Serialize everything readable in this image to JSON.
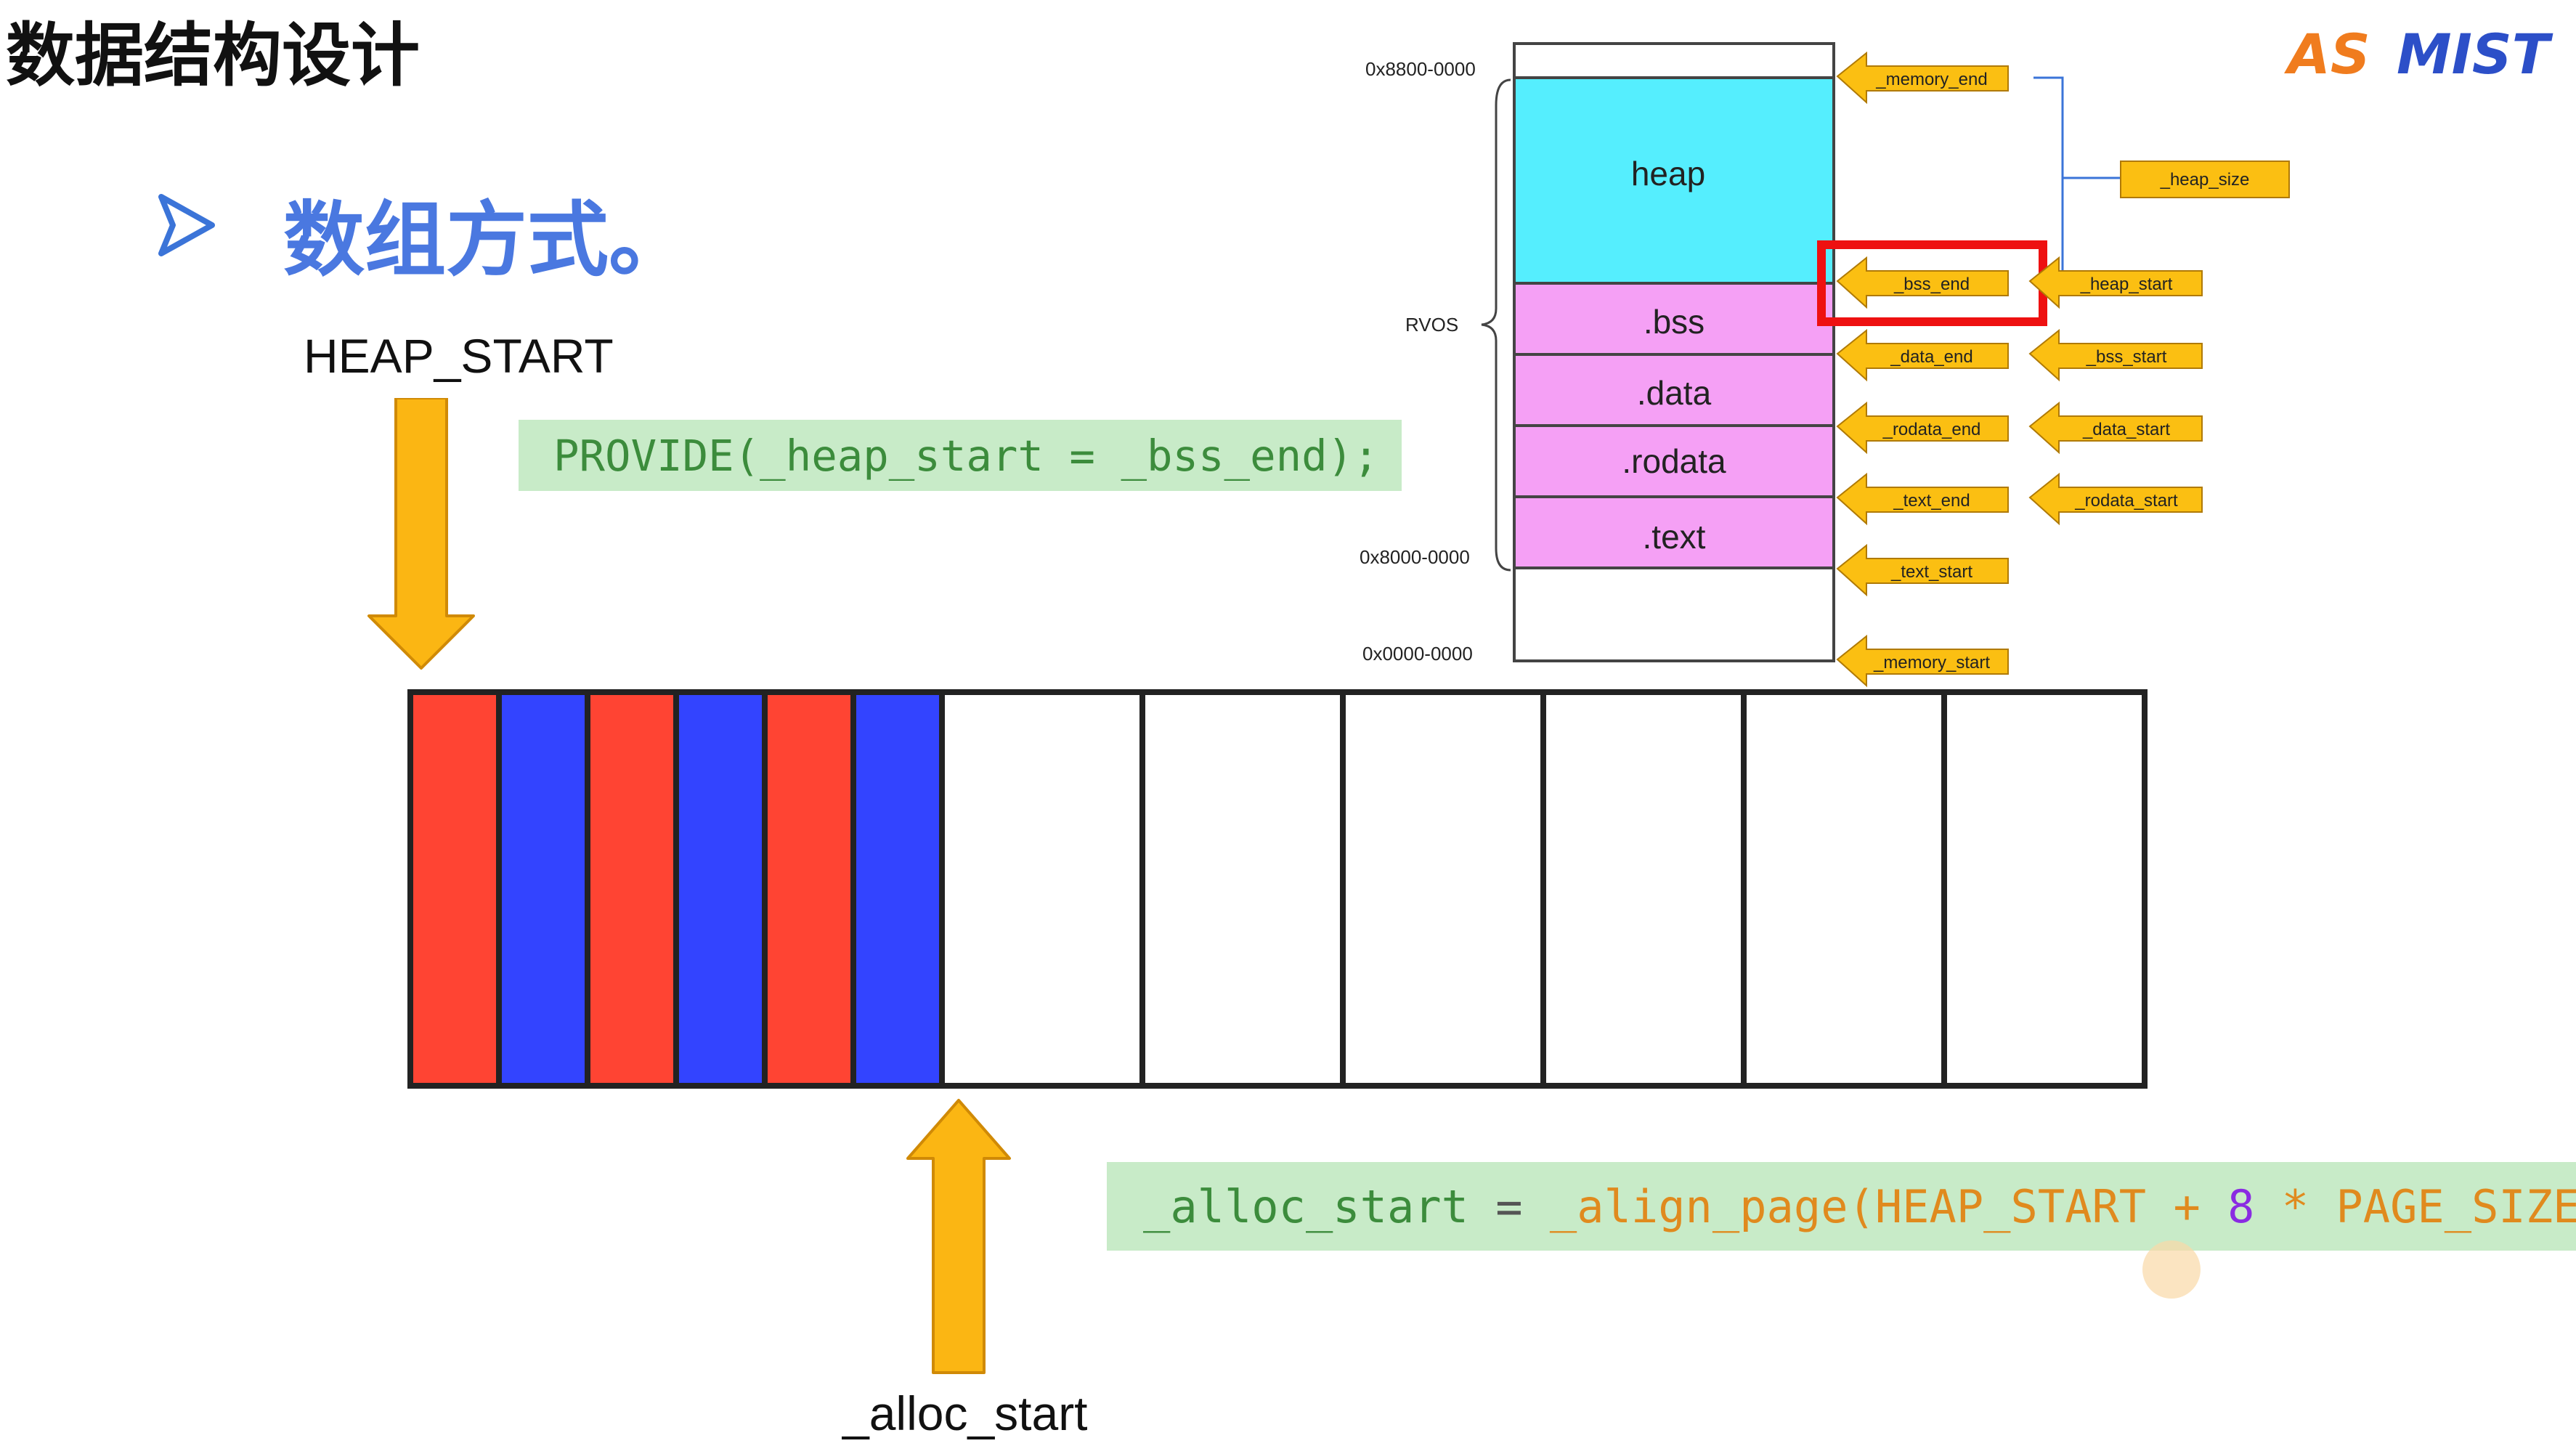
{
  "title": "数据结构设计",
  "bullet": {
    "icon": "arrow-bullet-icon",
    "text": "数组方式。"
  },
  "labels": {
    "heap_start": "HEAP_START",
    "alloc_start": "_alloc_start"
  },
  "code": {
    "provide": "PROVIDE(_heap_start = _bss_end);",
    "alloc": {
      "var": "_alloc_start",
      "eq": " = ",
      "fn": "_align_page",
      "open": "(HEAP_START + ",
      "num": "8",
      "rest": " * PAGE_SIZE);"
    }
  },
  "memory_map": {
    "addresses": {
      "top": "0x8800-0000",
      "rvos": "RVOS",
      "base": "0x8000-0000",
      "zero": "0x0000-0000"
    },
    "segments": [
      {
        "name": "heap",
        "color": "#55eefe"
      },
      {
        "name": ".bss",
        "color": "#f5a0f5"
      },
      {
        "name": ".data",
        "color": "#f5a0f5"
      },
      {
        "name": ".rodata",
        "color": "#f5a0f5"
      },
      {
        "name": ".text",
        "color": "#f5a0f5"
      }
    ],
    "end_tags": [
      "_memory_end",
      "_bss_end",
      "_data_end",
      "_rodata_end",
      "_text_end",
      "_text_start",
      "_memory_start"
    ],
    "start_tags": [
      "_heap_start",
      "_bss_start",
      "_data_start",
      "_rodata_start"
    ],
    "size_tag": "_heap_size",
    "highlight": "_bss_end",
    "tag_color": "#fbbf12",
    "highlight_color": "#ee1111"
  },
  "pages": {
    "descriptor_count": 6,
    "descriptor_colors": [
      "#ff4433",
      "#3344ff",
      "#ff4433",
      "#3344ff",
      "#ff4433",
      "#3344ff"
    ],
    "page_count": 6,
    "arrow_color": "#fbb613"
  },
  "watermark": {
    "left": "AS",
    "right": "MIST"
  }
}
